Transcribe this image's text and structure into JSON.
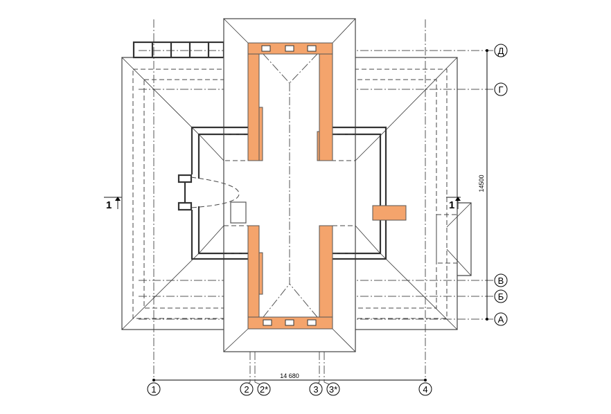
{
  "drawing": {
    "accent_color": "#f4a46c",
    "axes_horizontal": [
      "1",
      "2",
      "2*",
      "3",
      "3*",
      "4"
    ],
    "axes_vertical": [
      "Д",
      "Г",
      "В",
      "Б",
      "А"
    ],
    "dimension_horizontal": "14 680",
    "dimension_vertical": "14500",
    "section_mark_left": "1",
    "section_mark_right": "1"
  }
}
